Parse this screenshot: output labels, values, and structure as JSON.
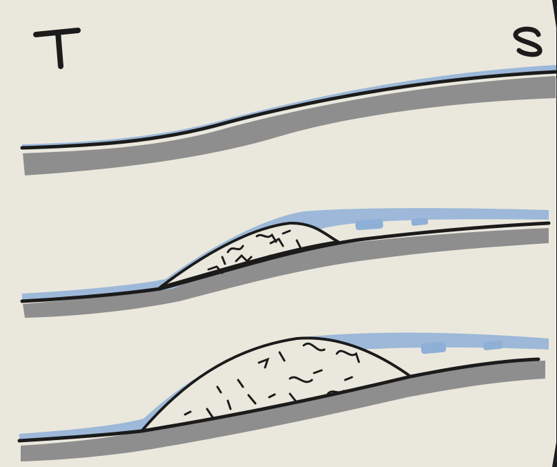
{
  "labels": {
    "left": "T",
    "right": "S"
  },
  "colors": {
    "paper": "#eae8dd",
    "ink": "#1b1b1b",
    "water": "#9db8d8",
    "ground": "#8e8e8e",
    "ground_light": "#a3a3a3"
  },
  "panels": [
    {
      "id": "stage-1",
      "has_body": false,
      "marine_patches": 0
    },
    {
      "id": "stage-2",
      "has_body": true,
      "marine_patches": 2
    },
    {
      "id": "stage-3",
      "has_body": true,
      "marine_patches": 2
    }
  ]
}
